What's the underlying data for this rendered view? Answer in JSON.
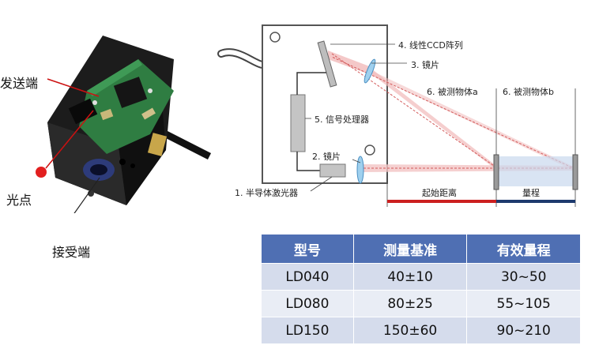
{
  "photo": {
    "label_send": "发送端",
    "label_spot": "光点",
    "label_receive": "接受端"
  },
  "diagram": {
    "labels": {
      "ccd": "4. 线性CCD阵列",
      "lens3": "3. 镜片",
      "target_a": "6. 被测物体a",
      "target_b": "6. 被测物体b",
      "processor": "5. 信号处理器",
      "lens2": "2. 镜片",
      "laser": "1. 半导体激光器",
      "start_distance": "起始距离",
      "range": "量程"
    },
    "colors": {
      "start_bar": "#cc1f1f",
      "range_bar": "#1d3a6e",
      "beam": "#e6a0a0"
    }
  },
  "table": {
    "headers": [
      "型号",
      "测量基准",
      "有效量程"
    ],
    "rows": [
      [
        "LD040",
        "40±10",
        "30~50"
      ],
      [
        "LD080",
        "80±25",
        "55~105"
      ],
      [
        "LD150",
        "150±60",
        "90~210"
      ]
    ]
  }
}
